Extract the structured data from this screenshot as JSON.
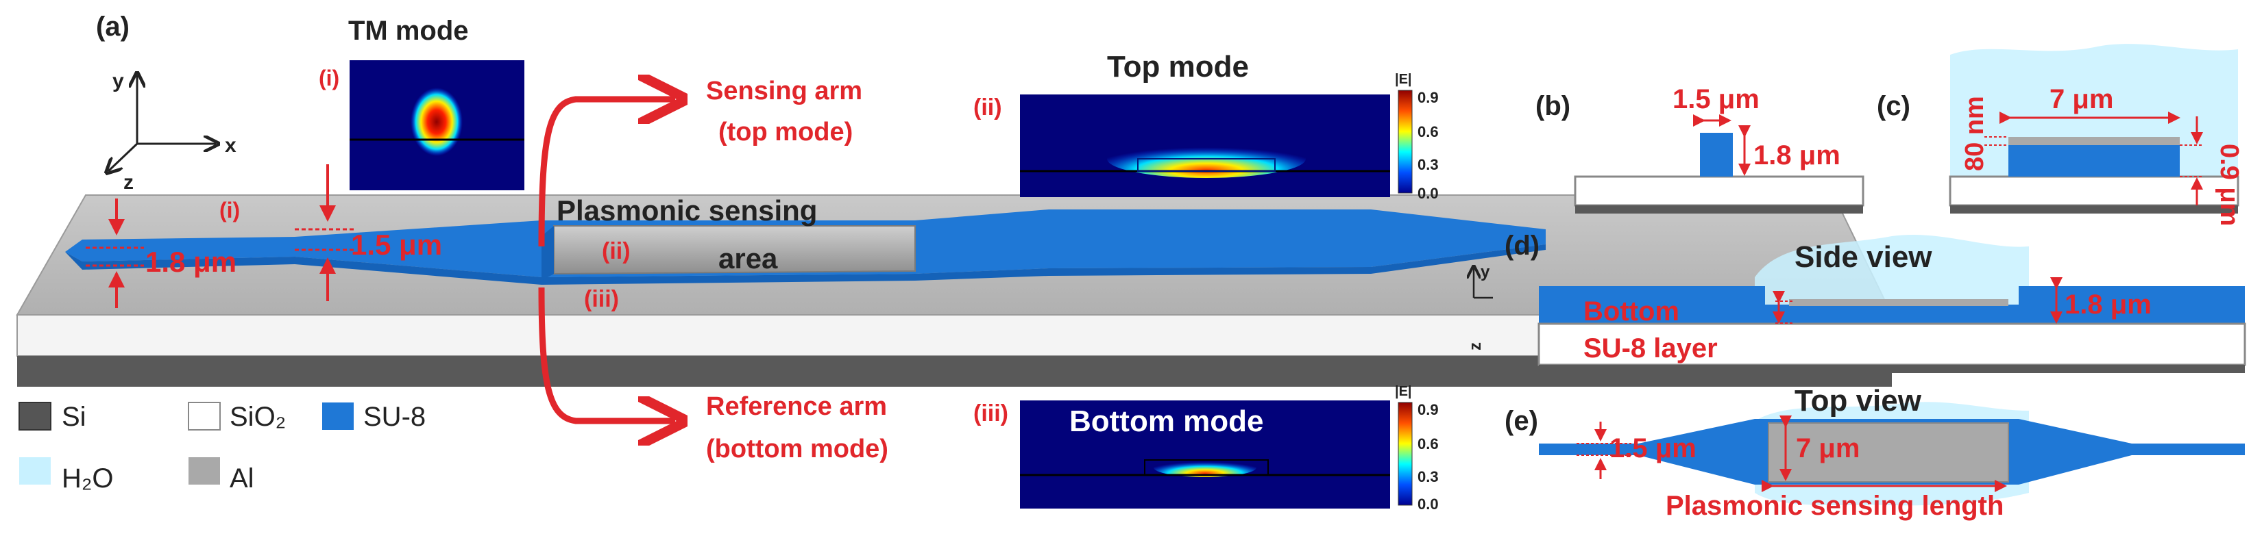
{
  "colors": {
    "label_red": "#e1262b",
    "su8_blue": "#1f78d6",
    "water_cyan": "#c8f1ff",
    "aluminum_gray": "#a9a9a9",
    "silicon_dark": "#555555",
    "silica_white": "#ffffff"
  },
  "panels": {
    "a": {
      "panel_label": "(a)",
      "axes": {
        "y": "y",
        "x": "x",
        "z": "z"
      },
      "tm_label": "TM mode",
      "tm_marker": "(i)",
      "wg_marker_i": "(i)",
      "dim_height": "1.8 μm",
      "dim_width": "1.5 μm",
      "sensing_area": {
        "line1": "Plasmonic sensing",
        "line2": "area"
      },
      "marker_ii": "(ii)",
      "marker_iii": "(iii)",
      "sensing_arm": {
        "line1": "Sensing arm",
        "line2": "(top mode)"
      },
      "reference_arm": {
        "line1": "Reference arm",
        "line2": "(bottom mode)"
      },
      "top_mode": {
        "title": "Top mode",
        "marker": "(ii)"
      },
      "bottom_mode": {
        "title": "Bottom mode",
        "marker": "(iii)"
      },
      "colorbar": {
        "title": "|E|",
        "ticks": [
          "0.9",
          "0.6",
          "0.3",
          "0.0"
        ]
      },
      "legend": [
        {
          "label": "Si",
          "color": "#555555"
        },
        {
          "label": "SiO₂",
          "color": "#ffffff"
        },
        {
          "label": "SU-8",
          "color": "#1f78d6"
        },
        {
          "label": "H₂O",
          "color": "#c8f1ff"
        },
        {
          "label": "Al",
          "color": "#a9a9a9"
        }
      ]
    },
    "b": {
      "panel_label": "(b)",
      "width": "1.5 μm",
      "height": "1.8 μm"
    },
    "c": {
      "panel_label": "(c)",
      "width": "7 μm",
      "al_thickness": "80 nm",
      "su8_thickness": "0.9 μm"
    },
    "d": {
      "panel_label": "(d)",
      "title": "Side view",
      "axes": {
        "y": "y",
        "z": "z"
      },
      "bottom_label": "Bottom",
      "layer_label": "SU-8 layer",
      "height": "1.8 μm"
    },
    "e": {
      "panel_label": "(e)",
      "title": "Top view",
      "width_narrow": "1.5 μm",
      "width_wide": "7 μm",
      "length_label": "Plasmonic sensing length"
    }
  }
}
